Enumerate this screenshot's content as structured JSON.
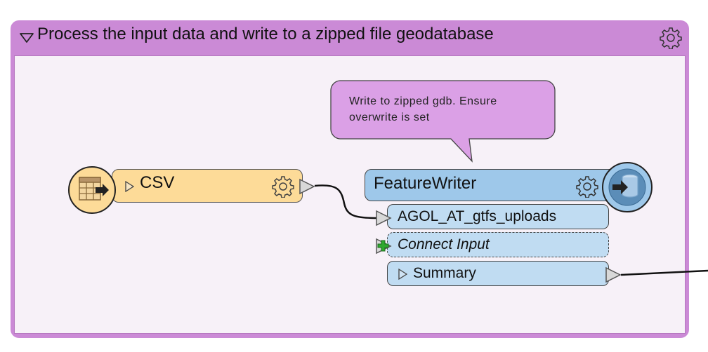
{
  "bookmark": {
    "title": "Process the input data and write to a zipped file geodatabase",
    "color": "#cb8ad6"
  },
  "annotation": {
    "text": "Write to zipped gdb. Ensure overwrite is set",
    "color": "#dba0e6"
  },
  "reader": {
    "label": "CSV",
    "color": "#fddb98",
    "icon": "table-import-icon"
  },
  "writer": {
    "label": "FeatureWriter",
    "color": "#9ec8ea",
    "icon": "database-export-icon",
    "input_ports": [
      {
        "label": "AGOL_AT_gtfs_uploads"
      },
      {
        "label": "Connect Input"
      }
    ],
    "output_ports": [
      {
        "label": "Summary"
      }
    ]
  }
}
